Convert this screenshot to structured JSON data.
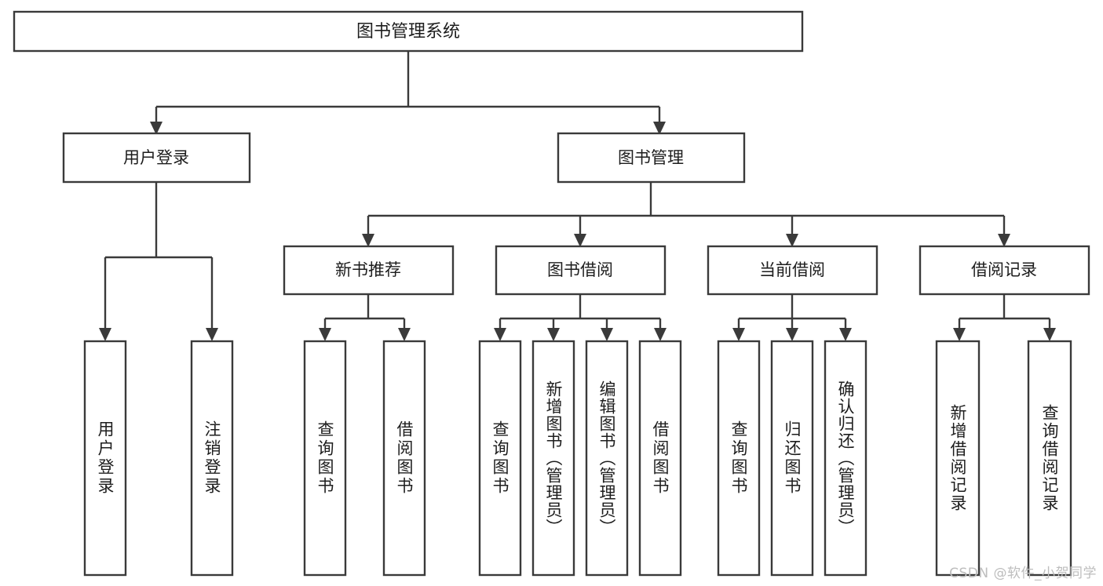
{
  "diagram": {
    "title": "图书管理系统",
    "type": "tree",
    "watermark": "CSDN @软件_小贺同学",
    "colors": {
      "box_stroke": "#3a3a3a",
      "box_fill": "#ffffff",
      "connector": "#3a3a3a",
      "text": "#1d1d1d",
      "watermark": "#bdbdbd",
      "background": "#ffffff"
    },
    "nodes": {
      "root": {
        "label": "图书管理系统"
      },
      "level2": [
        {
          "id": "user-login",
          "label": "用户登录"
        },
        {
          "id": "book-management",
          "label": "图书管理"
        }
      ],
      "level3": [
        {
          "id": "new-book-recommend",
          "label": "新书推荐"
        },
        {
          "id": "book-borrow",
          "label": "图书借阅"
        },
        {
          "id": "current-borrow",
          "label": "当前借阅"
        },
        {
          "id": "borrow-record",
          "label": "借阅记录"
        }
      ],
      "leaves": [
        {
          "id": "leaf-user-login",
          "label": "用户登录",
          "parent": "user-login"
        },
        {
          "id": "leaf-logout-login",
          "label": "注销登录",
          "parent": "user-login"
        },
        {
          "id": "leaf-query-book-1",
          "label": "查询图书",
          "parent": "new-book-recommend"
        },
        {
          "id": "leaf-borrow-book-1",
          "label": "借阅图书",
          "parent": "new-book-recommend"
        },
        {
          "id": "leaf-query-book-2",
          "label": "查询图书",
          "parent": "book-borrow"
        },
        {
          "id": "leaf-add-book",
          "label": "新增图书（管理员）",
          "parent": "book-borrow"
        },
        {
          "id": "leaf-edit-book",
          "label": "编辑图书（管理员）",
          "parent": "book-borrow"
        },
        {
          "id": "leaf-borrow-book-2",
          "label": "借阅图书",
          "parent": "book-borrow"
        },
        {
          "id": "leaf-query-book-3",
          "label": "查询图书",
          "parent": "current-borrow"
        },
        {
          "id": "leaf-return-book",
          "label": "归还图书",
          "parent": "current-borrow"
        },
        {
          "id": "leaf-confirm-return",
          "label": "确认归还（管理员）",
          "parent": "current-borrow"
        },
        {
          "id": "leaf-add-record",
          "label": "新增借阅记录",
          "parent": "borrow-record"
        },
        {
          "id": "leaf-query-record",
          "label": "查询借阅记录",
          "parent": "borrow-record"
        }
      ]
    }
  }
}
